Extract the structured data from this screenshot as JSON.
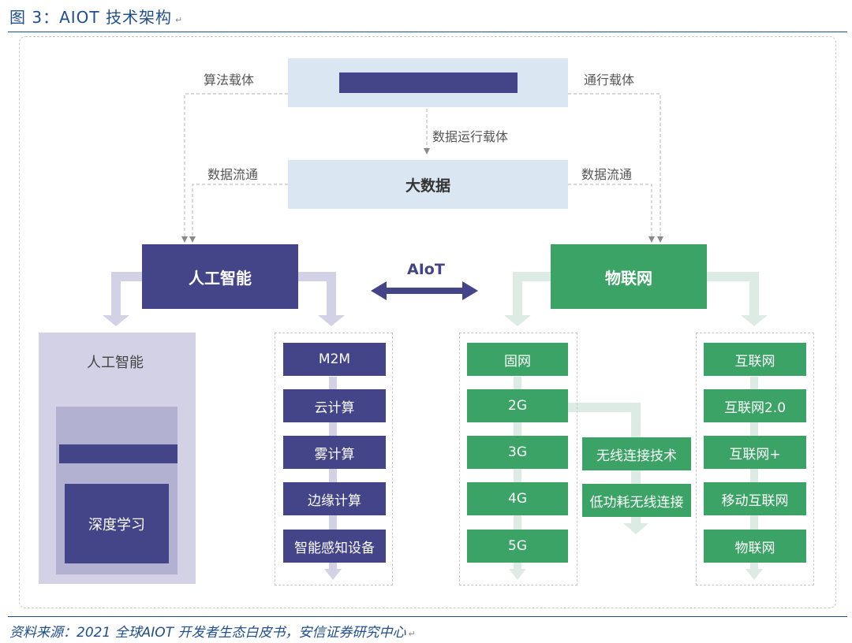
{
  "figure": {
    "title": "图 3：AIOT 技术架构",
    "source": "资料来源：2021 全球AIOT 开发者生态白皮书，安信证券研究中心"
  },
  "top": {
    "box_label": "",
    "left_label": "算法载体",
    "right_label": "通行载体",
    "down_label": "数据运行载体"
  },
  "bigdata": {
    "label": "大数据",
    "left_label": "数据流通",
    "right_label": "数据流通"
  },
  "ai": {
    "label": "人工智能"
  },
  "iot": {
    "label": "物联网"
  },
  "link": {
    "label": "AIoT"
  },
  "ai_panel": {
    "title": "人工智能",
    "inner_label": "深度学习"
  },
  "ai_stack": [
    "M2M",
    "云计算",
    "雾计算",
    "边缘计算",
    "智能感知设备"
  ],
  "network_stack": [
    "固网",
    "2G",
    "3G",
    "4G",
    "5G"
  ],
  "wireless": [
    "无线连接技术",
    "低功耗无线连接"
  ],
  "internet_stack": [
    "互联网",
    "互联网2.0",
    "互联网+",
    "移动互联网",
    "物联网"
  ],
  "colors": {
    "navy": "#434588",
    "green": "#3aa365",
    "pale_blue": "#dbe6f3",
    "lavender": "#d3d1e5",
    "light_green": "#dcebe3"
  }
}
